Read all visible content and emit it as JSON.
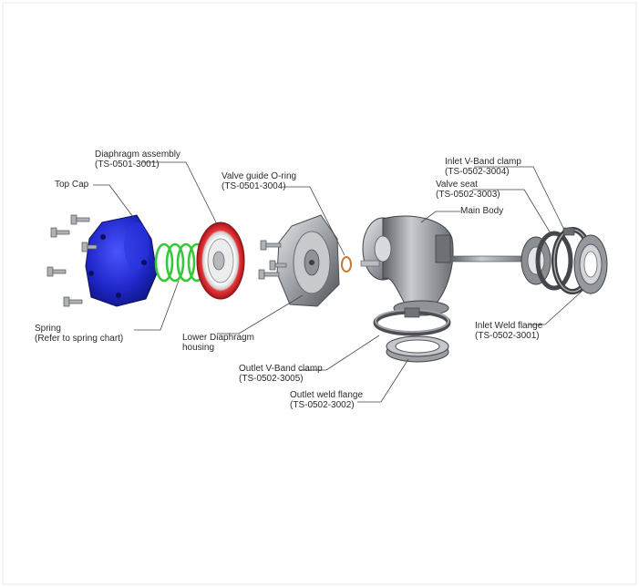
{
  "labels": {
    "top_cap": {
      "name": "Top Cap"
    },
    "diaphragm_assembly": {
      "name": "Diaphragm assembly",
      "part": "(TS-0501-3001)"
    },
    "valve_guide_oring": {
      "name": "Valve guide O-ring",
      "part": "(TS-0501-3004)"
    },
    "spring": {
      "name": "Spring",
      "note": "(Refer to spring chart)"
    },
    "lower_diaphragm_housing": {
      "name": "Lower Diaphragm",
      "name2": "housing"
    },
    "main_body": {
      "name": "Main Body"
    },
    "inlet_vband_clamp": {
      "name": "Inlet V-Band clamp",
      "part": "(TS-0502-3004)"
    },
    "valve_seat": {
      "name": "Valve seat",
      "part": "(TS-0502-3003)"
    },
    "inlet_weld_flange": {
      "name": "Inlet Weld flange",
      "part": "(TS-0502-3001)"
    },
    "outlet_vband_clamp": {
      "name": "Outlet V-Band clamp",
      "part": "(TS-0502-3005)"
    },
    "outlet_weld_flange": {
      "name": "Outlet weld flange",
      "part": "(TS-0502-3002)"
    }
  },
  "colors": {
    "top_cap": "#1f27c9",
    "diaphragm_ring": "#d8262c",
    "spring": "#35c93a",
    "metal_dark": "#5a5d62",
    "metal_light": "#b9bcc0",
    "leader": "#444444"
  }
}
